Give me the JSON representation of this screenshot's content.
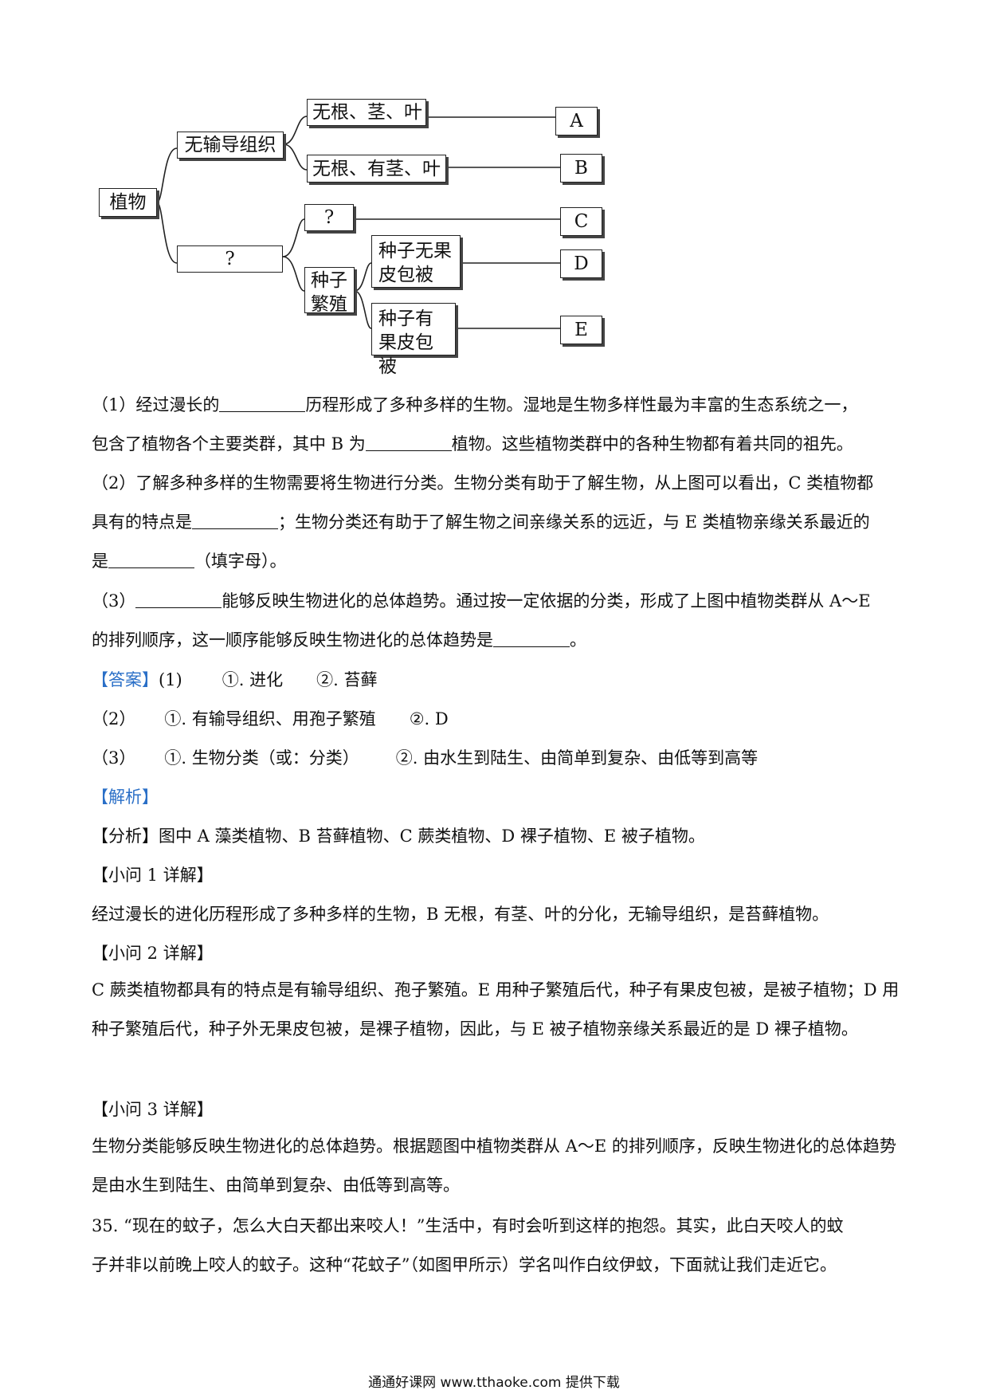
{
  "diagram": {
    "root": "植物",
    "branch_top": "无输导组织",
    "branch_bottom": "?",
    "no_root_stem_leaf": "无根、茎、叶",
    "no_root_has_stem_leaf": "无根、有茎、叶",
    "question_node": "?",
    "seed_reproduction": "种子繁殖",
    "seed_no_pericarp": "种子无果皮包被",
    "seed_with_pericarp": "种子有果皮包被",
    "labels": [
      "A",
      "B",
      "C",
      "D",
      "E"
    ]
  },
  "questions": {
    "q1_a": "（1）经过漫长的",
    "q1_b": "历程形成了多种多样的生物。湿地是生物多样性最为丰富的生态系统之一，",
    "q1_c": "包含了植物各个主要类群，其中 B 为",
    "q1_d": "植物。这些植物类群中的各种生物都有着共同的祖先。",
    "q2_a": "（2）了解多种多样的生物需要将生物进行分类。生物分类有助于了解生物，从上图可以看出，C 类植物都",
    "q2_b": "具有的特点是",
    "q2_c": "；生物分类还有助于了解生物之间亲缘关系的远近，与 E 类植物亲缘关系最近的",
    "q2_d": "是",
    "q2_e": "（填字母）。",
    "q3_a": "（3）",
    "q3_b": "能够反映生物进化的总体趋势。通过按一定依据的分类，形成了上图中植物类群从 A～E",
    "q3_c": "的排列顺序，这一顺序能够反映生物进化的总体趋势是",
    "q3_d": "。"
  },
  "answer": {
    "tag": "【答案】",
    "l1_num": "(1)",
    "l1_a": "①. 进化",
    "l1_b": "②. 苔藓",
    "l2_num": "（2）",
    "l2_a": "①. 有输导组织、用孢子繁殖",
    "l2_b": "②. D",
    "l3_num": "（3）",
    "l3_a": "①. 生物分类（或：分类）",
    "l3_b": "②. 由水生到陆生、由简单到复杂、由低等到高等"
  },
  "analysis": {
    "tag": "【解析】",
    "fenxi": "【分析】图中 A 藻类植物、B 苔藓植物、C 蕨类植物、D 裸子植物、E 被子植物。",
    "h1": "【小问 1 详解】",
    "p1": "经过漫长的进化历程形成了多种多样的生物，B 无根，有茎、叶的分化，无输导组织，是苔藓植物。",
    "h2": "【小问 2 详解】",
    "p2": "C 蕨类植物都具有的特点是有输导组织、孢子繁殖。E 用种子繁殖后代，种子有果皮包被，是被子植物；D 用种子繁殖后代，种子外无果皮包被，是裸子植物，因此，与 E 被子植物亲缘关系最近的是 D 裸子植物。",
    "h3": "【小问 3 详解】",
    "p3": "生物分类能够反映生物进化的总体趋势。根据题图中植物类群从 A～E 的排列顺序，反映生物进化的总体趋势是由水生到陆生、由简单到复杂、由低等到高等。"
  },
  "q35": {
    "l1": "35. “现在的蚊子，怎么大白天都出来咬人！”生活中，有时会听到这样的抱怨。其实，此白天咬人的蚊",
    "l2": "子并非以前晚上咬人的蚊子。这种“花蚊子”（如图甲所示）学名叫作白纹伊蚊，下面就让我们走近它。"
  },
  "footer": "通通好课网 www.tthaoke.com 提供下载"
}
